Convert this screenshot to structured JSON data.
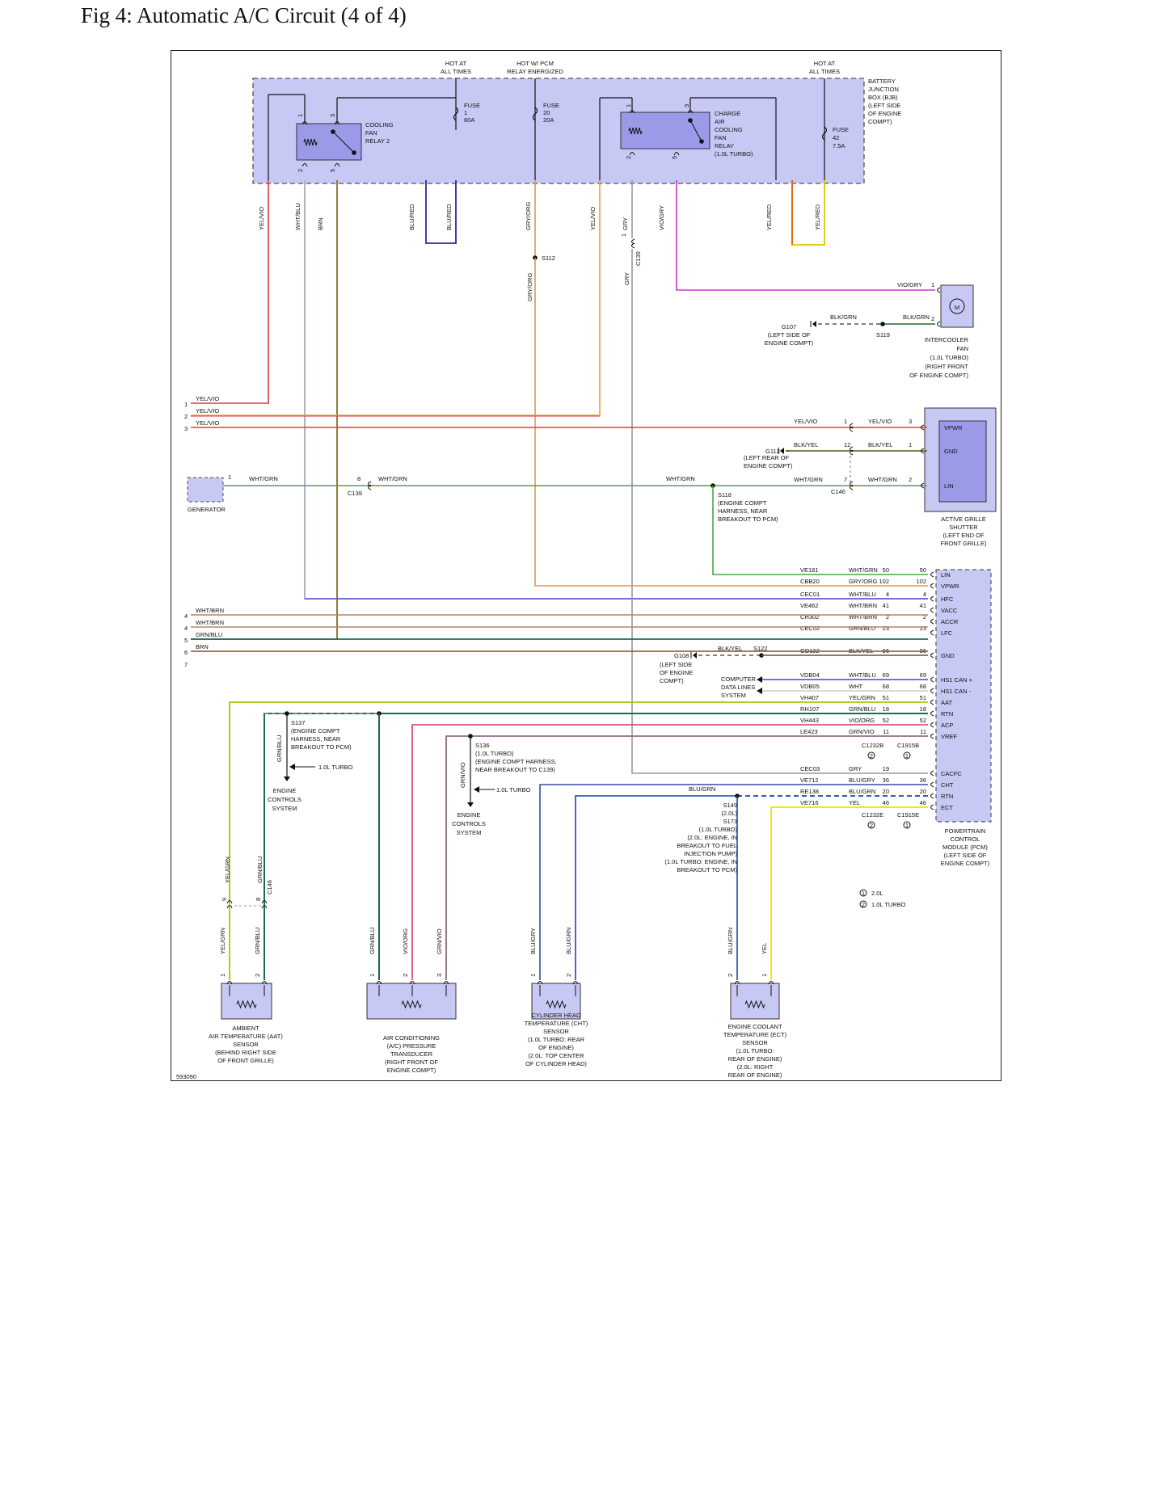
{
  "title": "Fig 4: Automatic A/C Circuit (4 of 4)",
  "figure_id": "593090",
  "power": {
    "hot_left": [
      "HOT AT",
      "ALL TIMES"
    ],
    "hot_mid": [
      "HOT W/ PCM",
      "RELAY ENERGIZED"
    ],
    "hot_right": [
      "HOT AT",
      "ALL TIMES"
    ]
  },
  "bjb_label": [
    "BATTERY",
    "JUNCTION",
    "BOX (BJB)",
    "(LEFT SIDE",
    "OF ENGINE",
    "COMPT)"
  ],
  "fuses": [
    {
      "lines": [
        "FUSE",
        "1",
        "60A"
      ]
    },
    {
      "lines": [
        "FUSE",
        "20",
        "20A"
      ]
    },
    {
      "lines": [
        "FUSE",
        "42",
        "7.5A"
      ]
    }
  ],
  "relays": [
    {
      "lines": [
        "COOLING",
        "FAN",
        "RELAY 2"
      ],
      "pins": [
        "1",
        "3",
        "2",
        "5"
      ]
    },
    {
      "lines": [
        "CHARGE",
        "AIR",
        "COOLING",
        "FAN",
        "RELAY",
        "(1.0L TURBO)"
      ],
      "pins": [
        "1",
        "3",
        "2",
        "5"
      ]
    }
  ],
  "top_wire_labels": [
    "YEL/VIO",
    "WHT/BLU",
    "BRN",
    "BLU/RED",
    "BLU/RED",
    "GRY/ORG",
    "YEL/VIO",
    "GRY",
    "VIO/GRY",
    "YEL/RED",
    "YEL/RED"
  ],
  "splices": {
    "s112": "S112",
    "s119": "S119",
    "s118": [
      "S118",
      "(ENGINE COMPT",
      "HARNESS, NEAR",
      "BREAKOUT TO PCM)"
    ],
    "s122": "S122",
    "s137": [
      "S137",
      "(ENGINE COMPT",
      "HARNESS, NEAR",
      "BREAKOUT TO PCM)"
    ],
    "s136": [
      "S136",
      "(1.0L TURBO)",
      "(ENGINE COMPT HARNESS,",
      "NEAR BREAKOUT TO C139)"
    ],
    "s149": [
      "S149",
      "(2.0L)",
      "S173",
      "(1.0L TURBO)",
      "(2.0L: ENGINE, IN",
      "BREAKOUT TO FUEL",
      "INJECTION PUMP)",
      "(1.0L TURBO: ENGINE, IN",
      "BREAKOUT TO PCM)"
    ]
  },
  "grounds": {
    "g107": [
      "G107",
      "(LEFT SIDE OF",
      "ENGINE COMPT)"
    ],
    "g113": [
      "G113",
      "(LEFT REAR OF",
      "ENGINE COMPT)"
    ],
    "g108": [
      "G108",
      "(LEFT SIDE",
      "OF ENGINE",
      "COMPT)"
    ]
  },
  "connectors": {
    "c139": "C139",
    "c146": "C146",
    "c1232b": "C1232B",
    "c1915b": "C1915B",
    "c1232e": "C1232E",
    "c1915e": "C1915E"
  },
  "intercooler_fan": {
    "wires": [
      "VIO/GRY",
      "BLK/GRN",
      "BLK/GRN"
    ],
    "pins": [
      "1",
      "2"
    ],
    "motor": "M",
    "label": [
      "INTERCOOLER",
      "FAN",
      "(1.0L TURBO)",
      "(RIGHT FRONT",
      "OF ENGINE COMPT)"
    ]
  },
  "left_refs": [
    {
      "num": "1",
      "wire": "YEL/VIO"
    },
    {
      "num": "2",
      "wire": "YEL/VIO"
    },
    {
      "num": "3",
      "wire": "YEL/VIO"
    },
    {
      "num": "4",
      "wire": "WHT/BRN"
    },
    {
      "num": "4",
      "wire": "WHT/BRN"
    },
    {
      "num": "5",
      "wire": "GRN/BLU"
    },
    {
      "num": "6",
      "wire": "BRN"
    },
    {
      "num": "7",
      "wire": ""
    }
  ],
  "active_grille": {
    "rows": [
      {
        "wire_a": "YEL/VIO",
        "pin_a": "1",
        "wire_b": "YEL/VIO",
        "pin_b": "3",
        "pin_name": "VPWR"
      },
      {
        "wire_a": "BLK/YEL",
        "pin_a": "12",
        "wire_b": "BLK/YEL",
        "pin_b": "1",
        "pin_name": "GND"
      },
      {
        "wire_a": "WHT/GRN",
        "pin_a": "7",
        "wire_b": "WHT/GRN",
        "pin_b": "2",
        "pin_name": "LIN"
      }
    ],
    "label": [
      "ACTIVE GRILLE",
      "SHUTTER",
      "(LEFT END OF",
      "FRONT GRILLE)"
    ]
  },
  "generator": {
    "label": "GENERATOR",
    "pin": "1",
    "wire": "WHT/GRN",
    "c139_pin": "8",
    "wire2": "WHT/GRN",
    "wire3": "WHT/GRN"
  },
  "pcm_rows": [
    {
      "circuit": "VE181",
      "wire": "WHT/GRN",
      "b": "50",
      "e": "50",
      "name": "LIN"
    },
    {
      "circuit": "CBB20",
      "wire": "GRY/ORG",
      "b": "102",
      "e": "102",
      "name": "VPWR"
    },
    {
      "circuit": "CEC01",
      "wire": "WHT/BLU",
      "b": "4",
      "e": "4",
      "name": "HFC"
    },
    {
      "circuit": "VE462",
      "wire": "WHT/BRN",
      "b": "41",
      "e": "41",
      "name": "VACC"
    },
    {
      "circuit": "CH302",
      "wire": "WHT/BRN",
      "b": "2",
      "e": "2",
      "name": "ACCR"
    },
    {
      "circuit": "CEC02",
      "wire": "GRN/BLU",
      "b": "23",
      "e": "23",
      "name": "LFC"
    },
    {
      "circuit": "GD122",
      "wire": "BLK/YEL",
      "b": "96",
      "e": "96",
      "name": "GND"
    },
    {
      "circuit": "VDB04",
      "wire": "WHT/BLU",
      "b": "69",
      "e": "69",
      "name": "HS1 CAN +"
    },
    {
      "circuit": "VDB05",
      "wire": "WHT",
      "b": "68",
      "e": "68",
      "name": "HS1 CAN -"
    },
    {
      "circuit": "VH407",
      "wire": "YEL/GRN",
      "b": "51",
      "e": "51",
      "name": "AAT"
    },
    {
      "circuit": "RH107",
      "wire": "GRN/BLU",
      "b": "18",
      "e": "18",
      "name": "RTN"
    },
    {
      "circuit": "VH443",
      "wire": "VIO/ORG",
      "b": "52",
      "e": "52",
      "name": "ACP"
    },
    {
      "circuit": "LE423",
      "wire": "GRN/VIO",
      "b": "11",
      "e": "11",
      "name": "VREF"
    },
    {
      "circuit": "CEC03",
      "wire": "GRY",
      "b": "19",
      "e": "",
      "name": "CACFC"
    },
    {
      "circuit": "VE712",
      "wire": "BLU/GRY",
      "b": "36",
      "e": "36",
      "name": "CHT"
    },
    {
      "circuit": "RE138",
      "wire": "BLU/GRN",
      "b": "20",
      "e": "20",
      "name": "RTN"
    },
    {
      "circuit": "VE716",
      "wire": "YEL",
      "b": "46",
      "e": "46",
      "name": "ECT"
    }
  ],
  "g108_wire": "BLK/YEL",
  "computer_data_lines": [
    "COMPUTER",
    "DATA LINES",
    "SYSTEM"
  ],
  "pcm_label": [
    "POWERTRAIN",
    "CONTROL",
    "MODULE (PCM)",
    "(LEFT SIDE OF",
    "ENGINE COMPT)"
  ],
  "turbo_notes": {
    "t1": "1.0L TURBO",
    "t2": "1.0L TURBO"
  },
  "engine_controls": [
    "ENGINE",
    "CONTROLS",
    "SYSTEM"
  ],
  "engine_controls_wires": {
    "a": "GRN/BLU",
    "b": "GRN/VIO"
  },
  "blu_grn_label": "BLU/GRN",
  "legend": [
    {
      "num": "1",
      "text": "2.0L"
    },
    {
      "num": "2",
      "text": "1.0L TURBO"
    }
  ],
  "legend_marks": {
    "b_top": "2",
    "b_bot": "1",
    "e_top": "2",
    "e_bot": "1"
  },
  "aat_mid": {
    "wires": [
      "YEL/GRN",
      "GRN/BLU"
    ],
    "pins": [
      "9",
      "8"
    ]
  },
  "sensors": [
    {
      "wires": [
        "YEL/GRN",
        "GRN/BLU"
      ],
      "pins": [
        "1",
        "2"
      ],
      "label": [
        "AMBIENT",
        "AIR TEMPERATURE (AAT)",
        "SENSOR",
        "(BEHIND RIGHT SIDE",
        "OF FRONT GRILLE)"
      ]
    },
    {
      "wires": [
        "GRN/BLU",
        "VIO/ORG",
        "GRN/VIO"
      ],
      "pins": [
        "1",
        "2",
        "3"
      ],
      "label": [
        "AIR CONDITIONING",
        "(A/C) PRESSURE",
        "TRANSDUCER",
        "(RIGHT FRONT OF",
        "ENGINE COMPT)"
      ]
    },
    {
      "wires": [
        "BLU/GRY",
        "BLU/GRN"
      ],
      "pins": [
        "1",
        "2"
      ],
      "label": [
        "CYLINDER HEAD",
        "TEMPERATURE (CHT)",
        "SENSOR",
        "(1.0L TURBO: REAR",
        "OF ENGINE)",
        "(2.0L: TOP CENTER",
        "OF CYLINDER HEAD)"
      ]
    },
    {
      "wires": [
        "BLU/GRN",
        "YEL"
      ],
      "pins": [
        "2",
        "1"
      ],
      "label": [
        "ENGINE COOLANT",
        "TEMPERATURE (ECT)",
        "SENSOR",
        "(1.0L TURBO:",
        "REAR OF ENGINE)",
        "(2.0L: RIGHT",
        "REAR OF ENGINE)"
      ]
    }
  ],
  "colors": {
    "module_fill": "#c8c8f5",
    "module_dark": "#9a9ae8",
    "yel_vio": "#e23a3a",
    "yel_vio2": "#e8a13a",
    "wht_blu": "#4444cc",
    "brn": "#7a5a10",
    "blu_red": "#2a2aa0",
    "gry_org": "#d99a55",
    "gry": "#9a9a9a",
    "vio_gry": "#cc33cc",
    "yel_red": "#e6c200",
    "yel_red2": "#dd5500",
    "wht_grn": "#46a846",
    "blk_yel": "#5a5a20",
    "blk_grn": "#2a6a2a",
    "wht_brn": "#b08860",
    "grn_blu": "#1a6a5a",
    "yel_grn": "#a8c800",
    "vio_org": "#d04060",
    "grn_vio": "#7a5a7a",
    "blu_gry": "#3a4aa0",
    "blu_grn": "#1a4a9a",
    "yel": "#e6e600",
    "wht": "#cccccc"
  }
}
